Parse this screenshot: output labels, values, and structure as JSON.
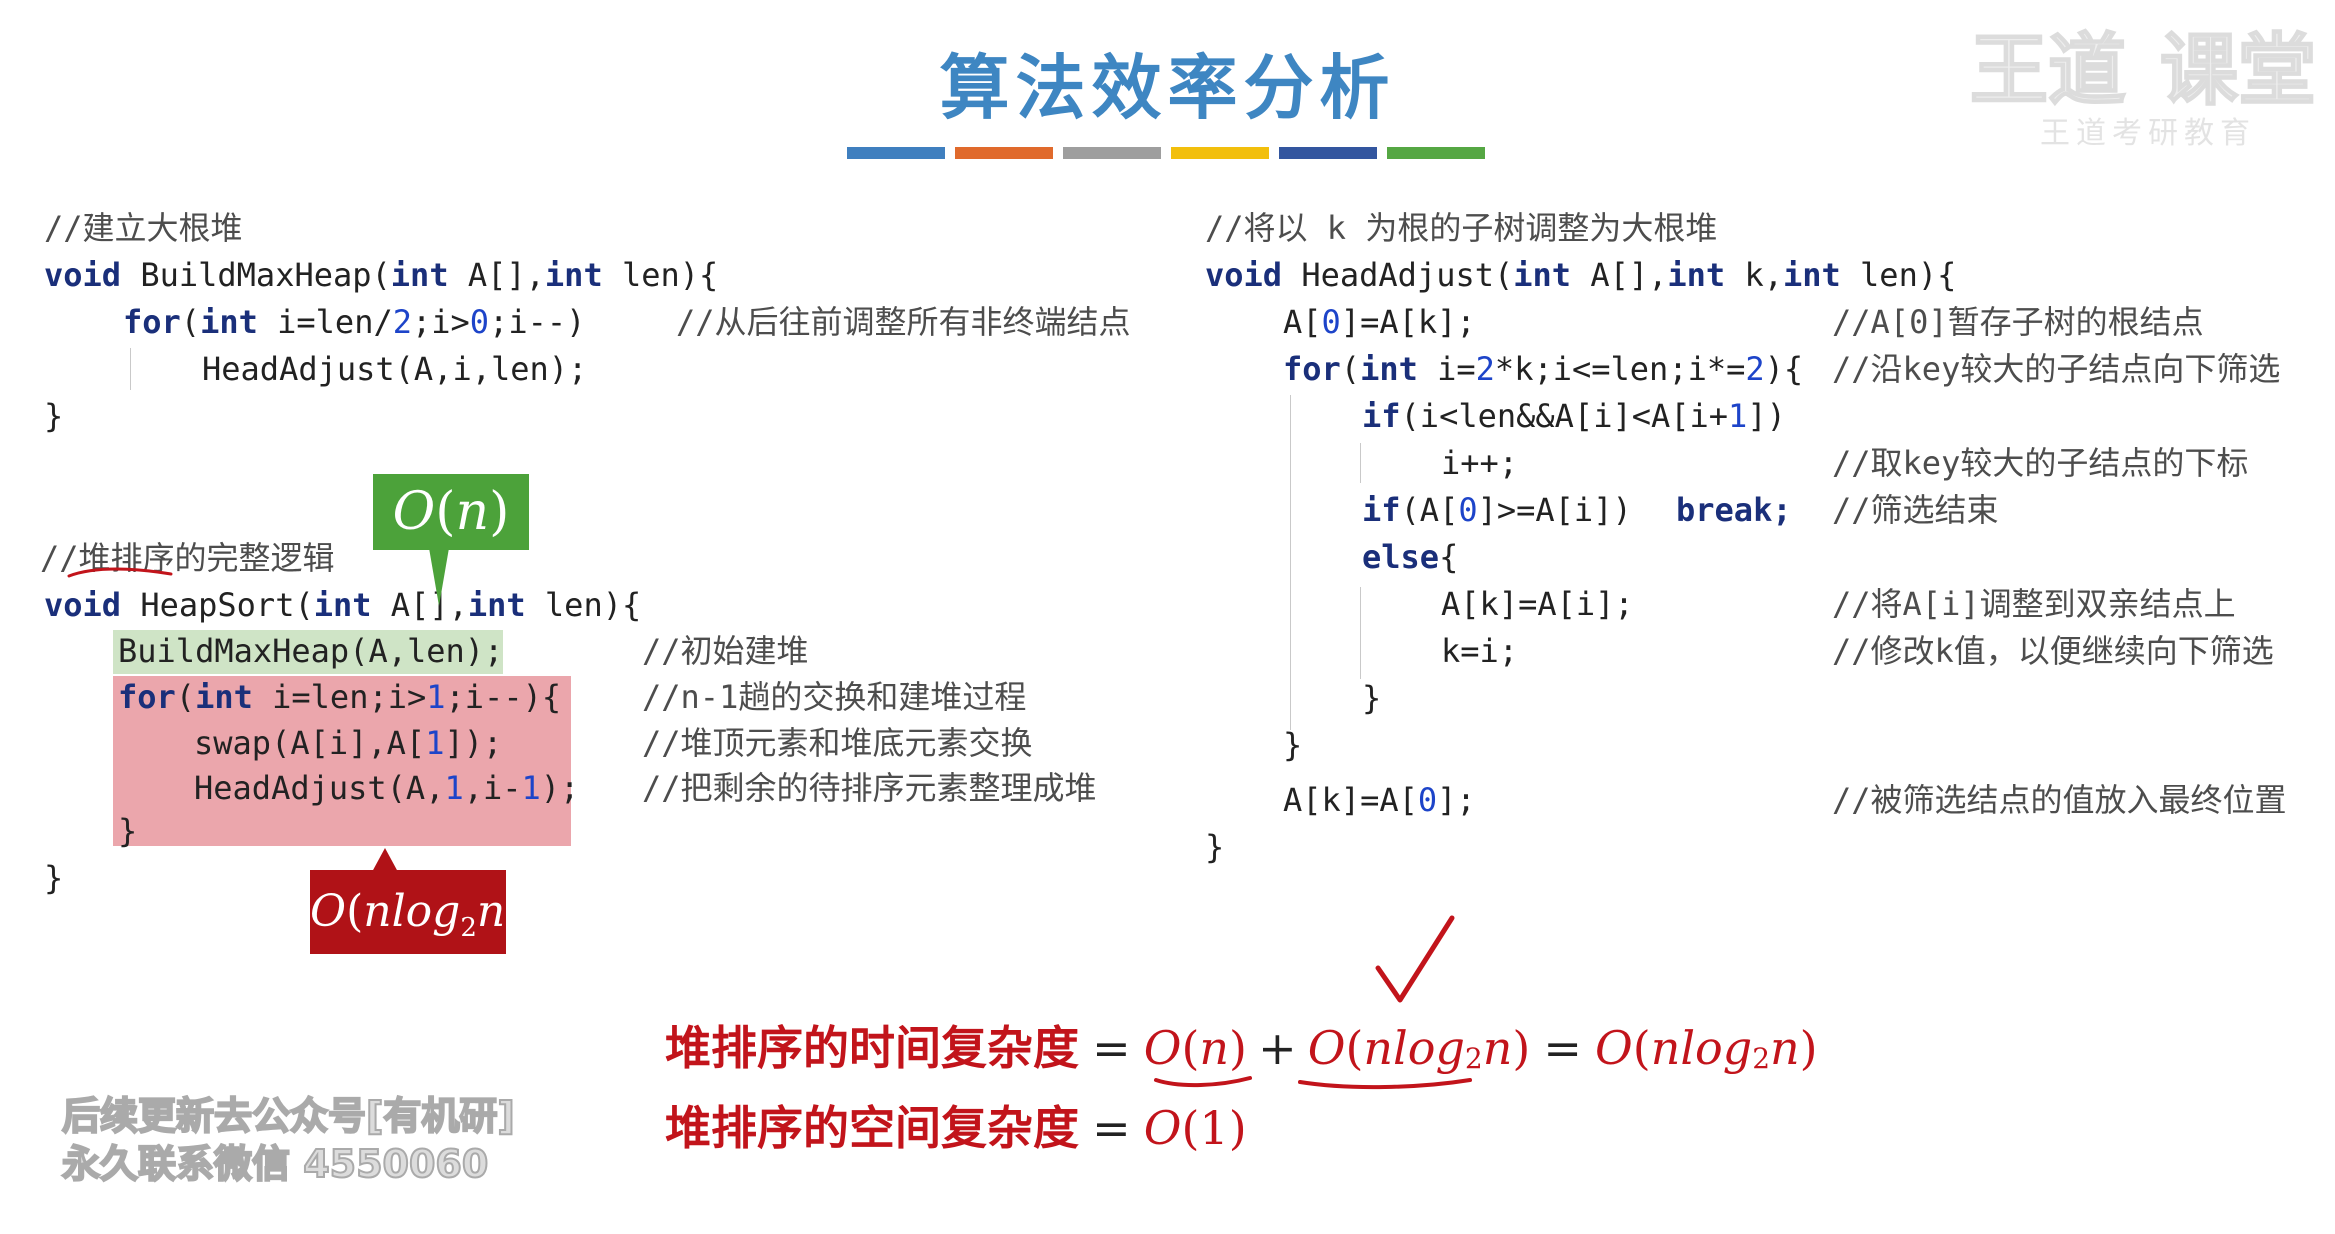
{
  "title": "算法效率分析",
  "colorbar": [
    "#3f7fbf",
    "#e06a2c",
    "#9e9e9e",
    "#f2bf0c",
    "#33569f",
    "#55a743"
  ],
  "left_code": {
    "build_comment": "//建立大根堆",
    "build_sig_void": "void",
    "build_sig_a": " BuildMaxHeap(",
    "build_sig_int1": "int",
    "build_sig_b": " A[],",
    "build_sig_int2": "int",
    "build_sig_c": " len){",
    "for_kw": "for",
    "for_a": "(",
    "for_int": "int",
    "for_b": " i=len/",
    "for_2": "2",
    "for_c": ";i>",
    "for_0": "0",
    "for_d": ";i--)",
    "for_comment": "//从后往前调整所有非终端结点",
    "adjust_call": "HeadAdjust(A,i,len);",
    "close1": "}",
    "sort_comment": "//堆排序的完整逻辑",
    "sort_sig_void": "void",
    "sort_sig_a": " HeapSort(",
    "sort_sig_int1": "int",
    "sort_sig_b": " A[],",
    "sort_sig_int2": "int",
    "sort_sig_c": " len){",
    "build_call": "BuildMaxHeap(A,len);",
    "build_call_comment": "//初始建堆",
    "loop_kw": "for",
    "loop_a": "(",
    "loop_int": "int",
    "loop_b": " i=len;i>",
    "loop_1": "1",
    "loop_c": ";i--){",
    "loop_comment": "//n-1趟的交换和建堆过程",
    "swap_a": "swap(A[i],A[",
    "swap_1": "1",
    "swap_b": "]);",
    "swap_comment": "//堆顶元素和堆底元素交换",
    "adj2_a": "HeadAdjust(A,",
    "adj2_1": "1",
    "adj2_b": ",i-",
    "adj2_2": "1",
    "adj2_c": ");",
    "adj2_comment": "//把剩余的待排序元素整理成堆",
    "loop_close": "}",
    "close2": "}"
  },
  "right_code": {
    "comment": "//将以 k 为根的子树调整为大根堆",
    "sig_void": "void",
    "sig_a": " HeadAdjust(",
    "sig_int1": "int",
    "sig_b": " A[],",
    "sig_int2": "int",
    "sig_c": " k,",
    "sig_int3": "int",
    "sig_d": " len){",
    "l1_a": "A[",
    "l1_0": "0",
    "l1_b": "]=A[k];",
    "l1_comment": "//A[0]暂存子树的根结点",
    "l2_kw": "for",
    "l2_a": "(",
    "l2_int": "int",
    "l2_b": " i=",
    "l2_2": "2",
    "l2_c": "*k;i<=len;i*=",
    "l2_2b": "2",
    "l2_d": "){",
    "l2_comment": "//沿key较大的子结点向下筛选",
    "l3_kw": "if",
    "l3_a": "(i<len&&A[i]<A[i+",
    "l3_1": "1",
    "l3_b": "])",
    "l4": "i++;",
    "l4_comment": "//取key较大的子结点的下标",
    "l5_kw": "if",
    "l5_a": "(A[",
    "l5_0": "0",
    "l5_b": "]>=A[i])",
    "l5_break": "break;",
    "l5_comment": "//筛选结束",
    "l6_kw": "else",
    "l6_a": "{",
    "l7": "A[k]=A[i];",
    "l7_comment": "//将A[i]调整到双亲结点上",
    "l8": "k=i;",
    "l8_comment": "//修改k值，以便继续向下筛选",
    "l9": "}",
    "l10": "}",
    "l11_a": "A[k]=A[",
    "l11_0": "0",
    "l11_b": "];",
    "l11_comment": "//被筛选结点的值放入最终位置",
    "close": "}"
  },
  "callouts": {
    "green": {
      "O": "O",
      "open": "(",
      "n": "n",
      "close": ")"
    },
    "red": {
      "O": "O",
      "open": "(",
      "nlog": "nlog",
      "sub": "2",
      "n": "n",
      "close": ")"
    }
  },
  "formula": {
    "time_label": "堆排序的时间复杂度",
    "eq1": "=",
    "t1_O": "O",
    "t1_open": "(",
    "t1_n": "n",
    "t1_close": ")",
    "plus": "+",
    "t2_O": "O",
    "t2_open": "(",
    "t2_nlog": "nlog",
    "t2_sub": "2",
    "t2_n": "n",
    "t2_close": ")",
    "eq2": "=",
    "t3_O": "O",
    "t3_open": "(",
    "t3_nlog": "nlog",
    "t3_sub": "2",
    "t3_n": "n",
    "t3_close": ")",
    "space_label": "堆排序的空间复杂度",
    "eq3": "=",
    "s_O": "O",
    "s_open": "(",
    "s_1": "1",
    "s_close": ")"
  },
  "watermark": {
    "tr_line1": "王道",
    "tr_line2": "课堂",
    "tr_line3": "王道考研教育",
    "bl_line1": "后续更新去公众号[有机研]",
    "bl_line2": "永久联系微信 4550060"
  }
}
